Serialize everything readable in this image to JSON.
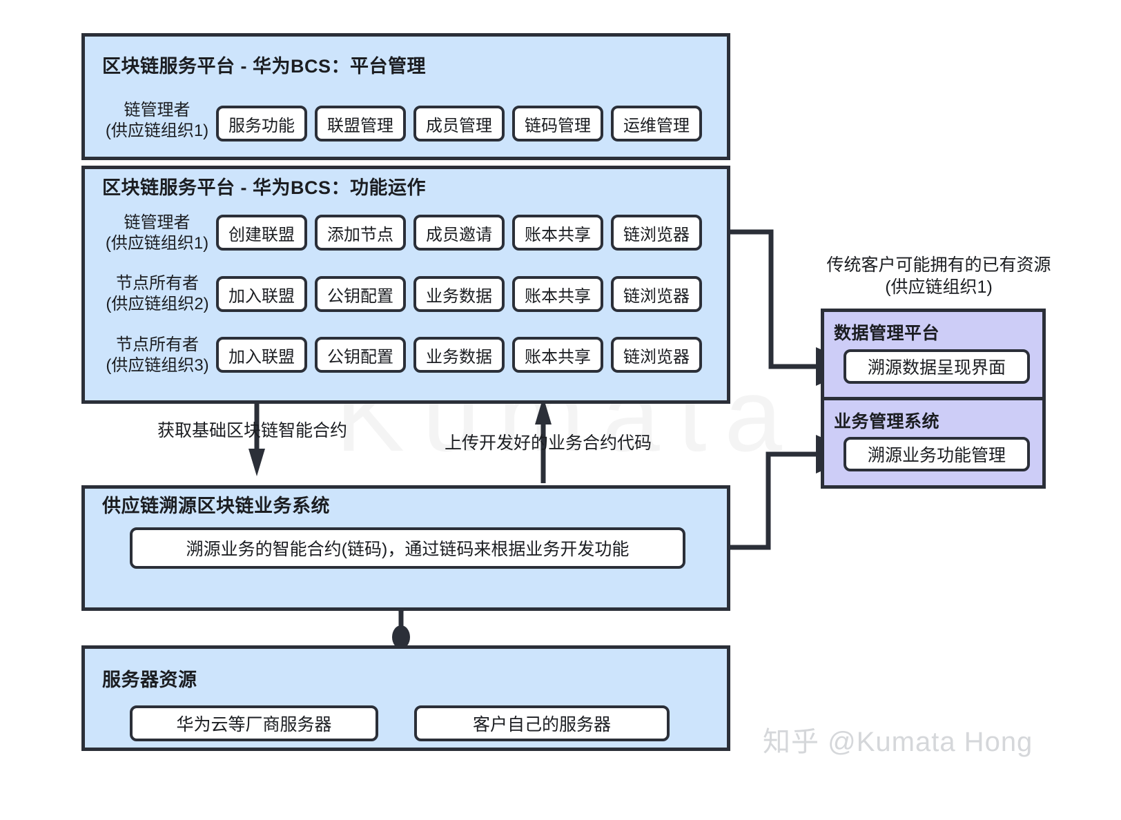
{
  "diagram": {
    "watermark_center": "Kumata",
    "watermark_corner": "知乎 @Kumata Hong"
  },
  "panels": {
    "platform_mgmt": {
      "title": "区块链服务平台 - 华为BCS：平台管理",
      "rows": [
        {
          "role_line1": "链管理者",
          "role_line2": "(供应链组织1)",
          "chips": [
            "服务功能",
            "联盟管理",
            "成员管理",
            "链码管理",
            "运维管理"
          ]
        }
      ]
    },
    "function_ops": {
      "title": "区块链服务平台 - 华为BCS：功能运作",
      "rows": [
        {
          "role_line1": "链管理者",
          "role_line2": "(供应链组织1)",
          "chips": [
            "创建联盟",
            "添加节点",
            "成员邀请",
            "账本共享",
            "链浏览器"
          ]
        },
        {
          "role_line1": "节点所有者",
          "role_line2": "(供应链组织2)",
          "chips": [
            "加入联盟",
            "公钥配置",
            "业务数据",
            "账本共享",
            "链浏览器"
          ]
        },
        {
          "role_line1": "节点所有者",
          "role_line2": "(供应链组织3)",
          "chips": [
            "加入联盟",
            "公钥配置",
            "业务数据",
            "账本共享",
            "链浏览器"
          ]
        }
      ]
    },
    "business_system": {
      "title": "供应链溯源区块链业务系统",
      "chips": [
        "溯源业务的智能合约(链码)，通过链码来根据业务开发功能"
      ]
    },
    "server_resource": {
      "title": "服务器资源",
      "chips": [
        "华为云等厂商服务器",
        "客户自己的服务器"
      ]
    },
    "data_platform": {
      "title": "数据管理平台",
      "chips": [
        "溯源数据呈现界面"
      ]
    },
    "business_mgmt": {
      "title": "业务管理系统",
      "chips": [
        "溯源业务功能管理"
      ]
    }
  },
  "captions": {
    "legacy_resources_line1": "传统客户可能拥有的已有资源",
    "legacy_resources_line2": "(供应链组织1)"
  },
  "flows": {
    "get_base_contract": "获取基础区块链智能合约",
    "upload_contract_code": "上传开发好的业务合约代码"
  },
  "colors": {
    "blue_panel": "#cde4fc",
    "purple_panel": "#cdcdf7",
    "stroke": "#2b2f38",
    "chip_fill": "#ffffff"
  }
}
